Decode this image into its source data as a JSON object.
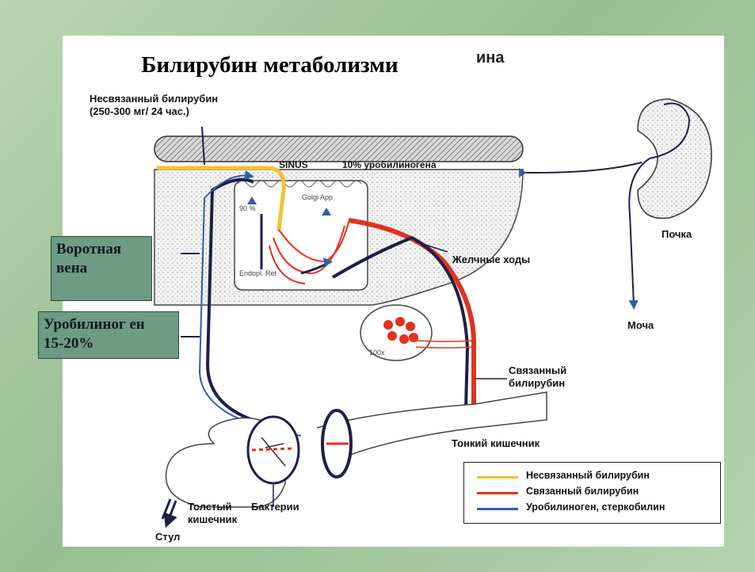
{
  "title": "Билирубин метаболизми",
  "title_residual": "ина",
  "labels": {
    "unconjugated": "Несвязанный билирубин\n(250-300 мг/ 24 час.)",
    "sinus": "SINUS",
    "urobilinogen_10": "10% уробилиногена",
    "golgi": "Golgi App",
    "endopl": "Endopl. Ret",
    "ninety": "90 %",
    "bile_ducts": "Желчные ходы",
    "rbc_count": "100x",
    "conjugated": "Связанный\nбилирубин",
    "small_intestine": "Тонкий кишечник",
    "large_intestine": "Толстый\nкишечник",
    "bacteria": "Бактерии",
    "stool": "Стул",
    "kidney": "Почка",
    "urine": "Моча"
  },
  "boxes": {
    "portal_vein": "Воротная\nвена",
    "urobilinogen_pct": "Уробилиног ен\n15-20%"
  },
  "legend": [
    {
      "label": "Несвязанный билирубин",
      "color": "#f2c230"
    },
    {
      "label": "Связанный билирубин",
      "color": "#e2321e"
    },
    {
      "label": "Уробилиноген, стеркобилин",
      "color": "#2f5fa8"
    }
  ],
  "colors": {
    "unconjugated": "#f2c230",
    "conjugated": "#e2321e",
    "urobilinogen": "#2f5fa8",
    "dark_path": "#1d1f4a",
    "box_fill": "#6f9a84"
  }
}
